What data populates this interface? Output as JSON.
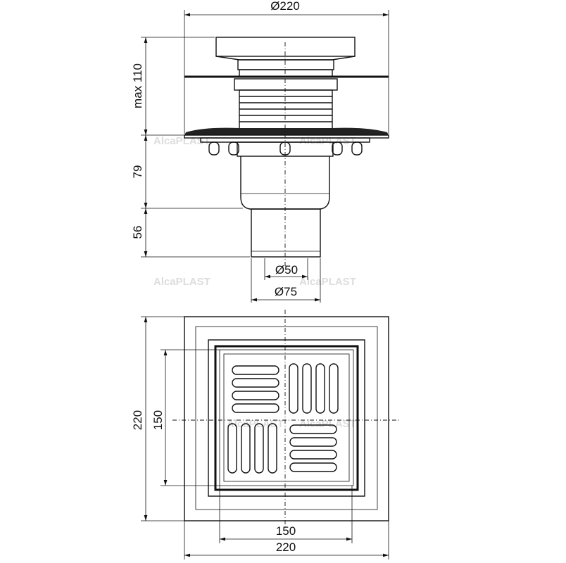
{
  "drawing": {
    "side_view": {
      "diameter_top": "Ø220",
      "height_max": "max 110",
      "height_body": "79",
      "height_pipe": "56",
      "diameter_inner": "Ø50",
      "diameter_outer": "Ø75"
    },
    "top_view": {
      "outer_height": "220",
      "grate_height": "150",
      "grate_width": "150",
      "outer_width": "220"
    },
    "watermark": "AlcaPLAST"
  }
}
